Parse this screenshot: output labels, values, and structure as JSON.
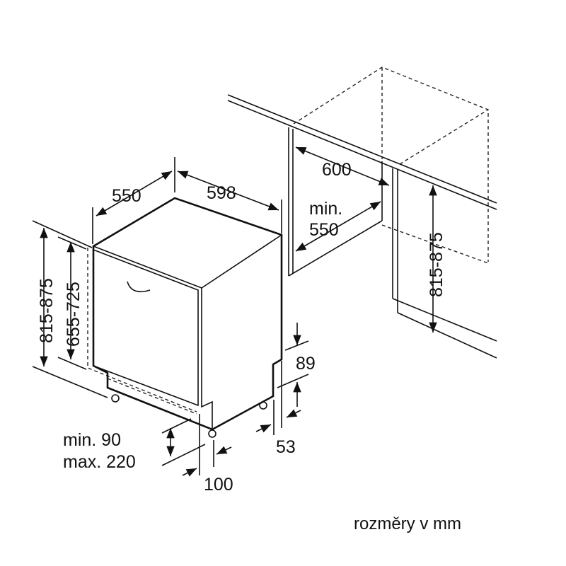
{
  "dimensions": {
    "depth": "550",
    "width": "598",
    "niche_width": "600",
    "niche_depth_label": "min.",
    "niche_depth_value": "550",
    "niche_height": "815-875",
    "total_height": "815-875",
    "door_height": "655-725",
    "plinth_top": "89",
    "plinth_side": "53",
    "plinth_height_min": "min. 90",
    "plinth_height_max": "max. 220",
    "plinth_depth": "100"
  },
  "caption": "rozměry v mm"
}
